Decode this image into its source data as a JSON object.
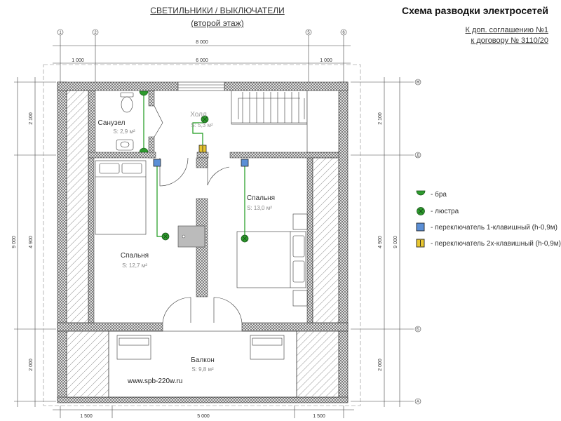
{
  "header": {
    "title_line1": "СВЕТИЛЬНИКИ / ВЫКЛЮЧАТЕЛИ",
    "title_line2": "(второй этаж)",
    "scheme_title": "Схема разводки электросетей",
    "agreement": "К доп. соглашению №1",
    "contract": "к договору №  3110/20"
  },
  "axes": {
    "top": [
      "1",
      "2",
      "5",
      "6"
    ],
    "right": [
      "Ж",
      "Д",
      "Б",
      "А"
    ]
  },
  "dimensions": {
    "top_total": "8 000",
    "top_segments": [
      "1 000",
      "6 000",
      "1 000"
    ],
    "bottom_segments": [
      "1 500",
      "5 000",
      "1 500"
    ],
    "left_total": "9 000",
    "left_segments": [
      "2 100",
      "4 900",
      "2 000"
    ],
    "right_total": "9 000",
    "right_segments": [
      "2 100",
      "4 900",
      "2 000"
    ]
  },
  "rooms": {
    "bathroom": {
      "name": "Санузел",
      "area": "S: 2,9 м²"
    },
    "hall": {
      "name": "Холл",
      "area": "S: 5,3 м²"
    },
    "bedroom_right": {
      "name": "Спальня",
      "area": "S: 13,0 м²"
    },
    "bedroom_left": {
      "name": "Спальня",
      "area": "S: 12,7 м²"
    },
    "balcony": {
      "name": "Балкон",
      "area": "S: 9,8 м²"
    }
  },
  "legend": {
    "sconce": "- бра",
    "chandelier": "- люстра",
    "switch_1": "- переключатель 1-клавишный (h-0,9м)",
    "switch_2": "- переключатель 2х-клавишный (h-0,9м)"
  },
  "colors": {
    "wire": "#1a9a1a",
    "fixture": "#2d9a2d",
    "switch_blue": "#5b8fd6",
    "switch_yellow": "#e8c630",
    "wall_hatch": "#555555"
  },
  "website": "www.spb-220w.ru"
}
